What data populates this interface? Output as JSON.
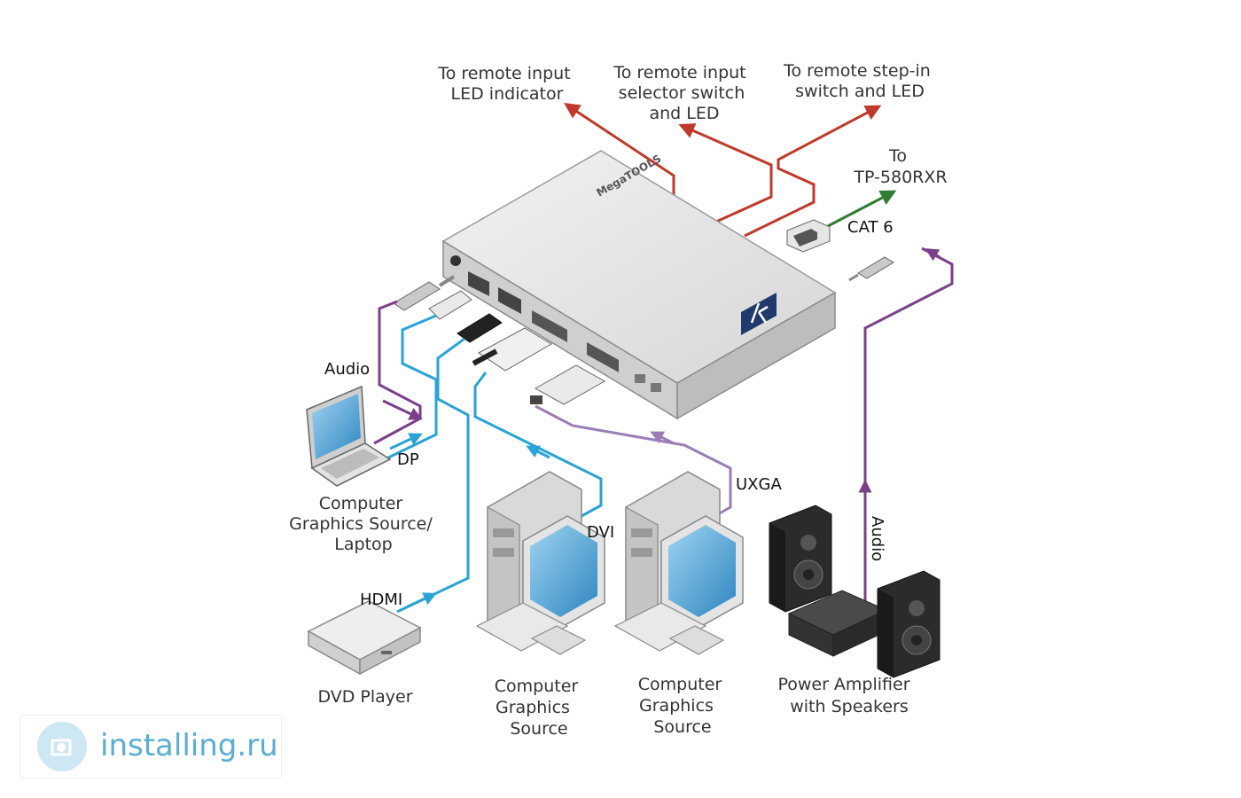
{
  "labels": {
    "remote_led": [
      "To remote input",
      "LED indicator"
    ],
    "remote_selector": [
      "To remote input",
      "selector switch",
      "and LED"
    ],
    "remote_stepin": [
      "To remote step-in",
      "switch and LED"
    ],
    "to_receiver": [
      "To",
      "TP-580RXR"
    ],
    "cat6": "CAT 6",
    "audio_left": "Audio",
    "dp": "DP",
    "laptop": [
      "Computer",
      "Graphics Source/",
      "Laptop"
    ],
    "hdmi": "HDMI",
    "dvd": "DVD Player",
    "dvi": "DVI",
    "pc1": [
      "Computer",
      "Graphics",
      "Source"
    ],
    "uxga": "UXGA",
    "pc2": [
      "Computer",
      "Graphics",
      "Source"
    ],
    "audio_right": "Audio",
    "amplifier": [
      "Power Amplifier",
      "with Speakers"
    ]
  },
  "device": {
    "brand": "MegaTOOLS"
  },
  "watermark": {
    "site": "installing.ru"
  },
  "colors": {
    "remote_line": "#c0392b",
    "cat6_line": "#2e7d32",
    "video_line": "#29a3d6",
    "audio_line": "#7b3f8c",
    "uxga_line": "#9b7db8",
    "watermark": "#5aaed3"
  }
}
